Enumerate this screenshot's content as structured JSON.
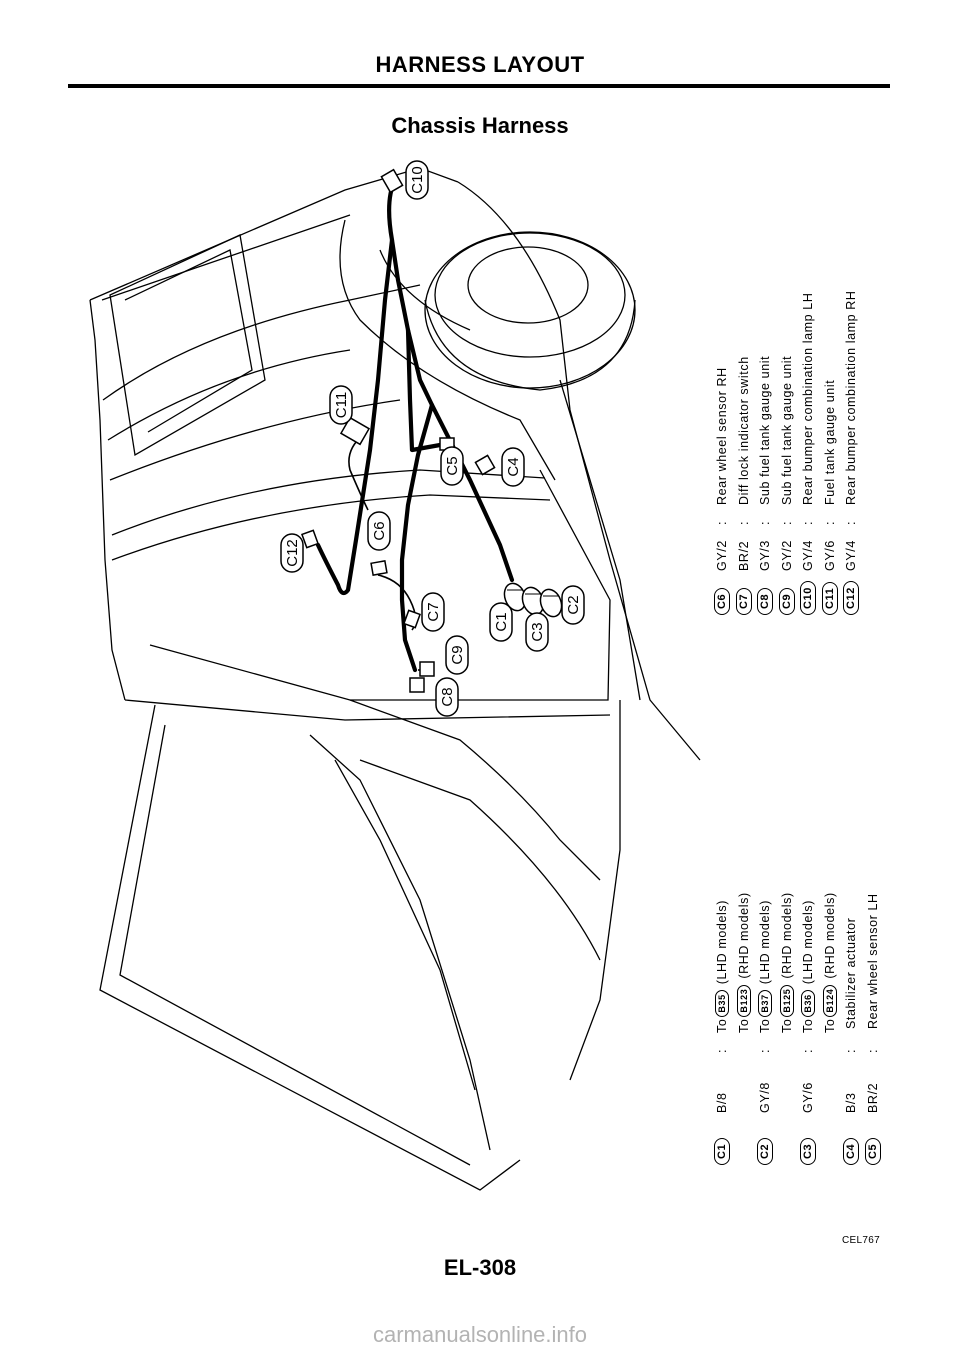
{
  "header": {
    "title": "HARNESS LAYOUT",
    "subtitle": "Chassis Harness"
  },
  "diagram": {
    "connector_labels": [
      "C1",
      "C2",
      "C3",
      "C4",
      "C5",
      "C6",
      "C7",
      "C8",
      "C9",
      "C10",
      "C11",
      "C12"
    ]
  },
  "legend": {
    "left_column": [
      {
        "id": "C1",
        "spec": "B/8",
        "sep": ":",
        "to": "To",
        "ref": "B35",
        "desc": "(LHD models)"
      },
      {
        "id": "",
        "spec": "",
        "sep": "",
        "to": "To",
        "ref": "B123",
        "desc": "(RHD models)"
      },
      {
        "id": "C2",
        "spec": "GY/8",
        "sep": ":",
        "to": "To",
        "ref": "B37",
        "desc": "(LHD models)"
      },
      {
        "id": "",
        "spec": "",
        "sep": "",
        "to": "To",
        "ref": "B125",
        "desc": "(RHD models)"
      },
      {
        "id": "C3",
        "spec": "GY/6",
        "sep": ":",
        "to": "To",
        "ref": "B36",
        "desc": "(LHD models)"
      },
      {
        "id": "",
        "spec": "",
        "sep": "",
        "to": "To",
        "ref": "B124",
        "desc": "(RHD models)"
      },
      {
        "id": "C4",
        "spec": "B/3",
        "sep": ":",
        "to": "",
        "ref": "",
        "desc": "Stabilizer actuator"
      },
      {
        "id": "C5",
        "spec": "BR/2",
        "sep": ":",
        "to": "",
        "ref": "",
        "desc": "Rear wheel sensor LH"
      }
    ],
    "right_column": [
      {
        "id": "C6",
        "spec": "GY/2",
        "sep": ":",
        "desc": "Rear wheel sensor RH"
      },
      {
        "id": "C7",
        "spec": "BR/2",
        "sep": ":",
        "desc": "Diff lock indicator switch"
      },
      {
        "id": "C8",
        "spec": "GY/3",
        "sep": ":",
        "desc": "Sub fuel tank gauge unit"
      },
      {
        "id": "C9",
        "spec": "GY/2",
        "sep": ":",
        "desc": "Sub fuel tank gauge unit"
      },
      {
        "id": "C10",
        "spec": "GY/4",
        "sep": ":",
        "desc": "Rear bumper combination lamp LH"
      },
      {
        "id": "C11",
        "spec": "GY/6",
        "sep": ":",
        "desc": "Fuel tank gauge unit"
      },
      {
        "id": "C12",
        "spec": "GY/4",
        "sep": ":",
        "desc": "Rear bumper combination lamp RH"
      }
    ]
  },
  "figure_code": "CEL767",
  "page_number": "EL-308",
  "watermark": "carmanualsonline.info"
}
